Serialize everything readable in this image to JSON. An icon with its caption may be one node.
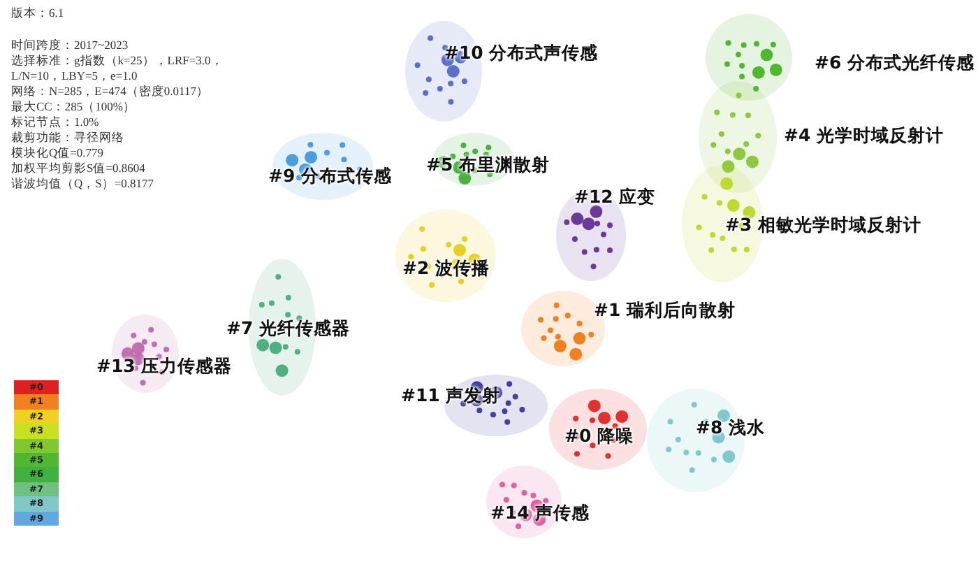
{
  "diagram": {
    "nodes": [
      {
        "text": [
          "#10 分布式声传感"
        ]
      },
      {
        "text": [
          "#6 分布式光纤传感"
        ]
      },
      {
        "text": [
          "#4 光学时域反射计"
        ]
      },
      {
        "text": [
          "#5 布里渊散射"
        ]
      },
      {
        "text": [
          "#9 分布式传感"
        ]
      },
      {
        "text": [
          "#12 应变"
        ]
      },
      {
        "text": [
          "#3 相敏光学时域反射计"
        ]
      },
      {
        "text": [
          "#2 波传播"
        ]
      },
      {
        "text": [
          "#1 瑞利后向散射"
        ]
      },
      {
        "text": [
          "#7 光纤传感器"
        ]
      },
      {
        "text": [
          "#13 压力传感器"
        ]
      },
      {
        "text": [
          "#11 声发射"
        ]
      },
      {
        "text": [
          "#0 降噪"
        ]
      },
      {
        "text": [
          "#8 浅水"
        ]
      },
      {
        "text": [
          "#14 声传感"
        ]
      }
    ],
    "labels": [
      "版本：6.1",
      "时间跨度：2017~2023",
      "选择标准：g指数（k=25），LRF=3.0，L/N=10，LBY=5，e=1.0",
      "网络：N=285，E=474（密度0.0117）",
      "最大CC：285（100%）",
      "标记节点：1.0%",
      "裁剪功能：寻径网络",
      "模块化Q值=0.779",
      "加权平均剪影S值=0.8604",
      "谐波均值（Q，S）=0.8177"
    ],
    "legend": [
      {
        "text": "#0",
        "color": "#e02020"
      },
      {
        "text": "#1",
        "color": "#f08020"
      },
      {
        "text": "#2",
        "color": "#f0d020"
      },
      {
        "text": "#3",
        "color": "#c8e020"
      },
      {
        "text": "#4",
        "color": "#80c830"
      },
      {
        "text": "#5",
        "color": "#50b830"
      },
      {
        "text": "#6",
        "color": "#40b040"
      },
      {
        "text": "#7",
        "color": "#70c080"
      },
      {
        "text": "#8",
        "color": "#80c8c8"
      },
      {
        "text": "#9",
        "color": "#60a8e0"
      }
    ]
  }
}
